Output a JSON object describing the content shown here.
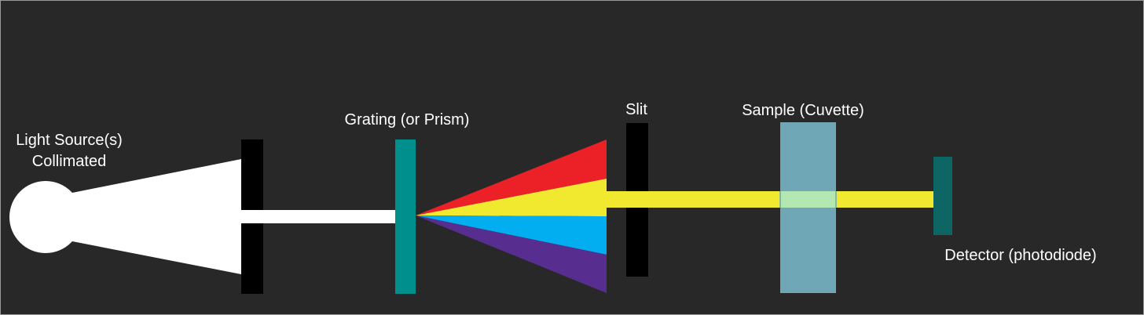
{
  "labels": {
    "light_source_line1": "Light Source(s)",
    "light_source_line2": "Collimated",
    "grating": "Grating (or Prism)",
    "slit": "Slit",
    "sample": "Sample (Cuvette)",
    "detector": "Detector (photodiode)"
  },
  "colors": {
    "background": "#282828",
    "border": "#9a9a9a",
    "source": "#ffffff",
    "aperture": "#000000",
    "grating": "#008f8c",
    "spectrum_red": "#ec2127",
    "spectrum_yellow": "#f0e930",
    "spectrum_blue": "#02aeef",
    "spectrum_violet": "#582d90",
    "beam": "#f0e930",
    "cuvette": "#6fa7b6",
    "cuvette_beam": "#b3e8b3",
    "detector": "#0d6564",
    "text": "#ffffff"
  }
}
